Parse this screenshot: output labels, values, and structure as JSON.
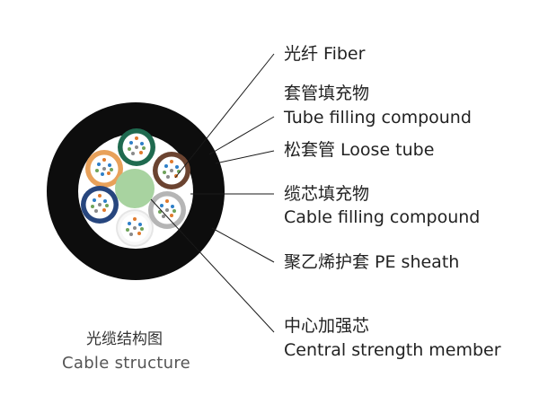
{
  "labels": {
    "fiber": "光纤  Fiber",
    "tube_filling_cn": "套管填充物",
    "tube_filling_en": "Tube filling compound",
    "loose_tube": "松套管  Loose tube",
    "cable_filling_cn": "缆芯填充物",
    "cable_filling_en": "Cable filling compound",
    "pe_sheath": "聚乙烯护套  PE sheath",
    "strength_cn": "中心加强芯",
    "strength_en": "Central strength member"
  },
  "caption": {
    "cn": "光缆结构图",
    "en": "Cable structure"
  },
  "colors": {
    "sheath": "#0d0d0d",
    "leader": "#1a1a1a",
    "strength_member": "#a8d3a0",
    "tube_orange": "#e8a15a",
    "tube_green": "#1f6a4f",
    "tube_brown": "#6b4330",
    "tube_blue": "#27467e",
    "tube_white": "#f2f2f2",
    "tube_grey": "#b5b5b5"
  }
}
